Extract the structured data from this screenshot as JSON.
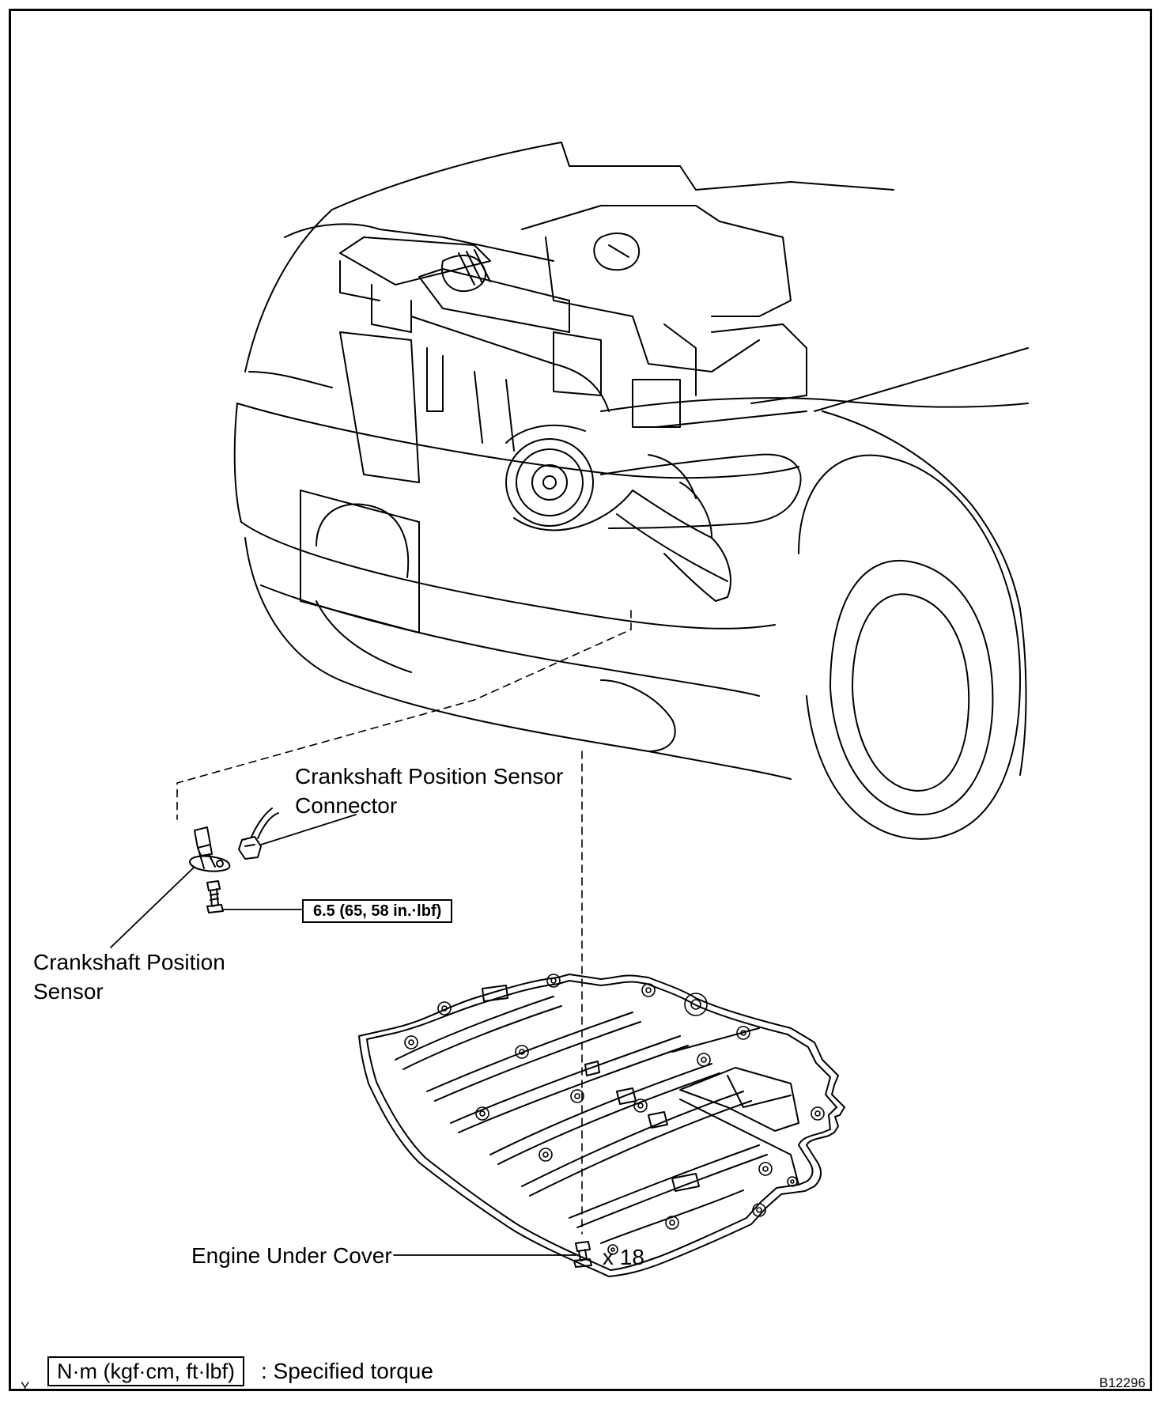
{
  "labels": {
    "ckp_connector_line1": "Crankshaft Position Sensor",
    "ckp_connector_line2": "Connector",
    "ckp_sensor_line1": "Crankshaft Position",
    "ckp_sensor_line2": "Sensor",
    "engine_under_cover": "Engine Under Cover",
    "bolt_count": "x 18"
  },
  "torque": {
    "ckp_bolt": "6.5 (65, 58 in.·lbf)"
  },
  "legend": {
    "units": "N·m (kgf·cm, ft·lbf)",
    "description": ": Specified torque"
  },
  "corner_marks": {
    "left": "Y",
    "figure_id": "B12296"
  }
}
